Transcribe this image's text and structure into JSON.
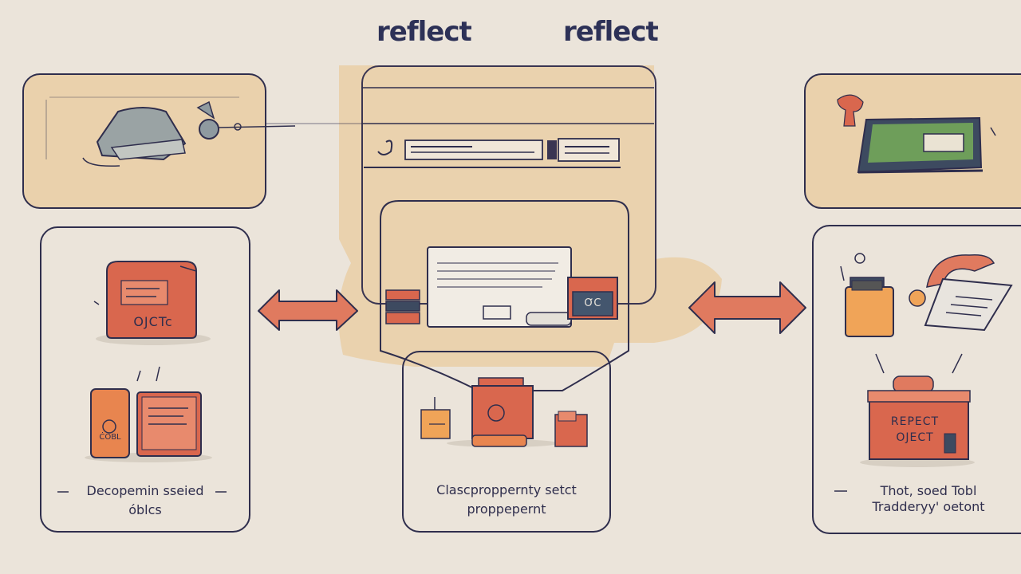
{
  "titles": {
    "left": "reflect",
    "right": "reflect"
  },
  "panels": {
    "left_bottom": {
      "box_label": "OJCTc",
      "phone_label": "ĊOBL",
      "caption_line1": "Decopemin sseied",
      "caption_line2": "óblcs"
    },
    "center_bottom": {
      "screen_side_label": "ƠC",
      "caption_line1": "Clascproppernty setct",
      "caption_line2": "proppepernt"
    },
    "right_bottom": {
      "box_label_line1": "REPECT",
      "box_label_line2": "OJECT",
      "caption_line1": "Thot, soed Tobl",
      "caption_line2": "Tradderyy' oetont"
    }
  },
  "colors": {
    "background": "#ebe4da",
    "panel_tan": "#ead1ac",
    "outline": "#2f2e4d",
    "arrow": "#e07a5f",
    "box_orange": "#d9674e",
    "accent_orange": "#f0a458",
    "screen_green": "#6e9e5a",
    "title": "#2d3157"
  },
  "icons": [
    "cap-icon",
    "key-icon",
    "laptop-screen-icon",
    "person-icon",
    "document-box-icon",
    "phone-icon",
    "book-icon",
    "monitor-icon",
    "database-stack-icon",
    "hand-icon",
    "folder-box-icon",
    "jar-icon",
    "scroll-icon",
    "tablet-icon",
    "question-icon",
    "toolbox-icon",
    "double-arrow-icon"
  ]
}
